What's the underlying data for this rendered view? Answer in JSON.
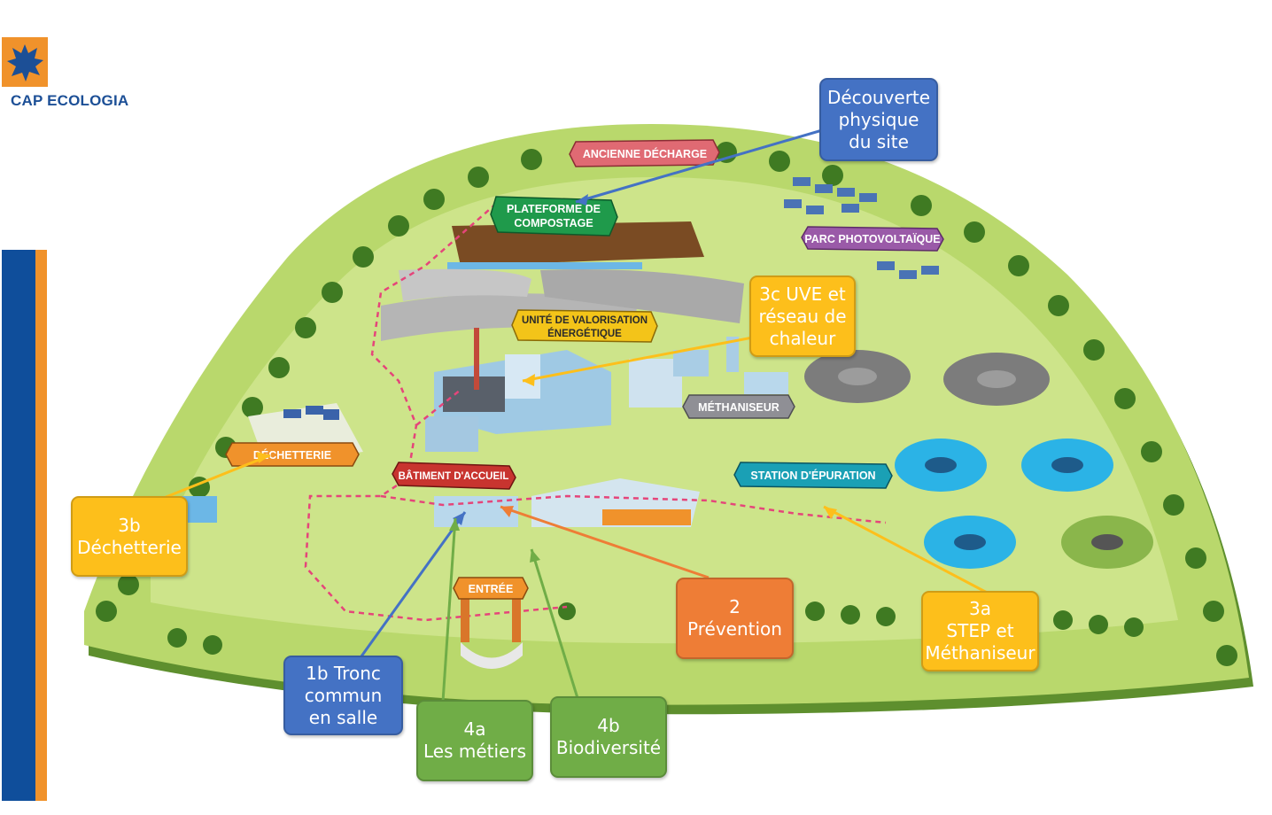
{
  "brand": {
    "name": "CAP ECOLOGIA",
    "color_blue": "#1c4f96",
    "color_orange": "#f0922b"
  },
  "map": {
    "zones": [
      {
        "id": "ancienne-decharge",
        "label": "ANCIENNE DÉCHARGE",
        "color": "#e06a73"
      },
      {
        "id": "plateforme-compostage",
        "label_lines": [
          "PLATEFORME DE",
          "COMPOSTAGE"
        ],
        "color": "#1f9a4b"
      },
      {
        "id": "parc-photovoltaique",
        "label": "PARC PHOTOVOLTAÏQUE",
        "color": "#9a5aa8"
      },
      {
        "id": "unite-valorisation",
        "label_lines": [
          "UNITÉ DE VALORISATION",
          "ÉNERGÉTIQUE"
        ],
        "color": "#f3c419"
      },
      {
        "id": "methaniseur",
        "label": "MÉTHANISEUR",
        "color": "#8f8f95"
      },
      {
        "id": "dechetterie",
        "label": "DÉCHETTERIE",
        "color": "#f0922b"
      },
      {
        "id": "batiment-accueil",
        "label": "BÂTIMENT D'ACCUEIL",
        "color": "#c8342f"
      },
      {
        "id": "station-epuration",
        "label": "STATION D'ÉPURATION",
        "color": "#1aa0b5"
      },
      {
        "id": "entree",
        "label": "ENTRÉE",
        "color": "#f0922b"
      }
    ]
  },
  "stops": [
    {
      "id": "decouverte",
      "text": "Découverte\nphysique\ndu site",
      "color": "#4472c4"
    },
    {
      "id": "3c",
      "text": "3c UVE et\nréseau de\nchaleur",
      "color": "#fdbf1b"
    },
    {
      "id": "3b",
      "text": "3b\nDéchetterie",
      "color": "#fdbf1b"
    },
    {
      "id": "2",
      "text": "2\nPrévention",
      "color": "#ee7d36"
    },
    {
      "id": "3a",
      "text": "3a\nSTEP et\nMéthaniseur",
      "color": "#fdbf1b"
    },
    {
      "id": "1b",
      "text": "1b Tronc\ncommun\nen salle",
      "color": "#4472c4"
    },
    {
      "id": "4a",
      "text": "4a\nLes métiers",
      "color": "#70ad47"
    },
    {
      "id": "4b",
      "text": "4b\nBiodiversité",
      "color": "#70ad47"
    }
  ]
}
